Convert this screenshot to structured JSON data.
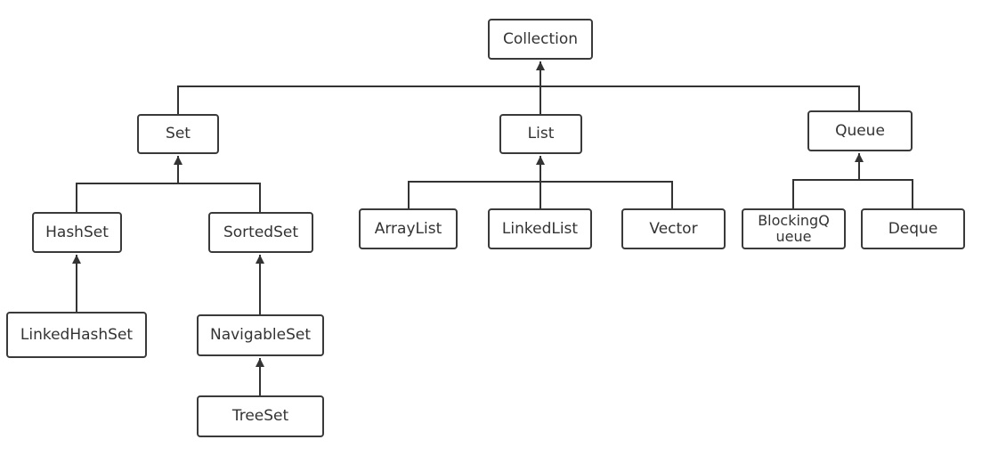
{
  "diagram": {
    "nodes": {
      "collection": "Collection",
      "set": "Set",
      "list": "List",
      "queue": "Queue",
      "hashset": "HashSet",
      "sortedset": "SortedSet",
      "arraylist": "ArrayList",
      "linkedlist": "LinkedList",
      "vector": "Vector",
      "blockingqueue": "BlockingQ\nueue",
      "deque": "Deque",
      "linkedhashset": "LinkedHashSet",
      "navigableset": "NavigableSet",
      "treeset": "TreeSet"
    },
    "edges": [
      {
        "from": "set",
        "to": "collection"
      },
      {
        "from": "list",
        "to": "collection"
      },
      {
        "from": "queue",
        "to": "collection"
      },
      {
        "from": "hashset",
        "to": "set"
      },
      {
        "from": "sortedset",
        "to": "set"
      },
      {
        "from": "arraylist",
        "to": "list"
      },
      {
        "from": "linkedlist",
        "to": "list"
      },
      {
        "from": "vector",
        "to": "list"
      },
      {
        "from": "blockingqueue",
        "to": "queue"
      },
      {
        "from": "deque",
        "to": "queue"
      },
      {
        "from": "linkedhashset",
        "to": "hashset"
      },
      {
        "from": "navigableset",
        "to": "sortedset"
      },
      {
        "from": "treeset",
        "to": "navigableset"
      }
    ]
  }
}
